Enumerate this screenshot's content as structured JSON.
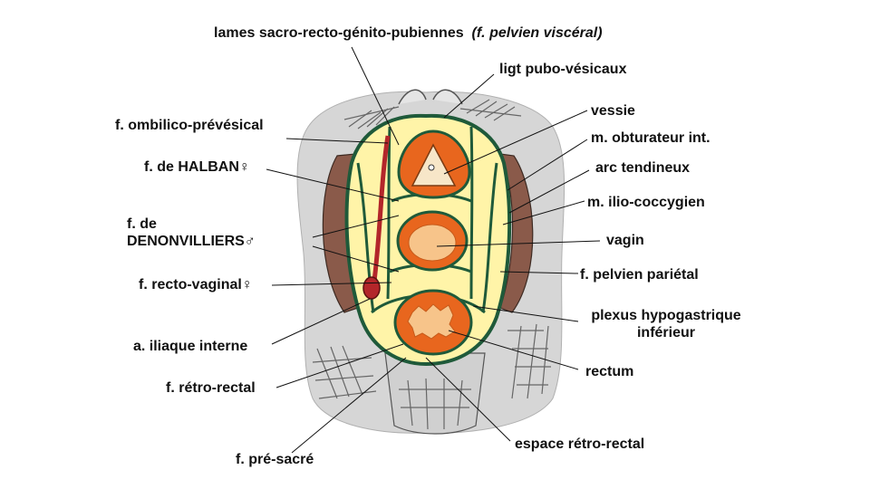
{
  "labels": {
    "top_title_main": "lames sacro-recto-génito-pubiennes",
    "top_title_paren": "(f. pelvien viscéral)",
    "ligt_pubo": "ligt pubo-vésicaux",
    "vessie": "vessie",
    "obturateur": "m. obturateur int.",
    "arc": "arc tendineux",
    "ilio": "m. ilio-coccygien",
    "vagin": "vagin",
    "pelvien_parietal": "f. pelvien pariétal",
    "plexus_1": "plexus hypogastrique",
    "plexus_2": "inférieur",
    "rectum": "rectum",
    "espace": "espace rétro-rectal",
    "ombilico": "f. ombilico-prévésical",
    "halban": "f. de HALBAN♀",
    "denon_1": "f. de",
    "denon_2": "DENONVILLIERS♂",
    "recto_vaginal": "f. recto-vaginal♀",
    "iliaque": "a. iliaque interne",
    "retro_rectal": "f. rétro-rectal",
    "pre_sacre": "f. pré-sacré"
  },
  "colors": {
    "bone": "#d4d4d4",
    "muscle": "#8a5a4a",
    "fat": "#fff4a8",
    "fascia": "#1f5a3a",
    "organ_wall": "#e8661e",
    "organ_lumen": "#f7d79a",
    "artery": "#b3262a"
  }
}
